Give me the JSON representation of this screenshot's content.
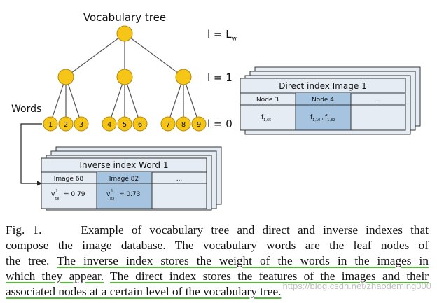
{
  "tree": {
    "title": "Vocabulary tree",
    "words_label": "Words",
    "levels": {
      "top": {
        "prefix": "l = L",
        "sub": "w"
      },
      "mid": "l = 1",
      "leaf": "l = 0"
    },
    "leaf_words": [
      "1",
      "2",
      "3",
      "4",
      "5",
      "6",
      "7",
      "8",
      "9"
    ],
    "node_color": "#f5c518",
    "node_stroke": "#b8860b"
  },
  "direct_index": {
    "title": "Direct index Image 1",
    "columns": [
      "Node 3",
      "Node 4",
      "..."
    ],
    "cells": [
      {
        "base": "f",
        "sub": "1,65"
      },
      {
        "base": "f",
        "sub": "1,10",
        "sep": " , ",
        "base2": "f",
        "sub2": "1,32"
      },
      {
        "base": ""
      }
    ],
    "highlight_color": "#a6c4e0"
  },
  "inverse_index": {
    "title": "Inverse index Word 1",
    "columns": [
      "Image 68",
      "Image 82",
      "..."
    ],
    "cells": [
      {
        "sym": "v",
        "sup": "1",
        "sub": "68",
        "value": "= 0.79"
      },
      {
        "sym": "v",
        "sup": "1",
        "sub": "82",
        "value": "= 0.73"
      },
      {
        "sym": ""
      }
    ]
  },
  "caption": {
    "label": "Fig. 1.",
    "lines": [
      "Example of vocabulary tree and direct and inverse indexes that",
      "compose the image database. The vocabulary words are the leaf nodes of",
      "the tree.",
      "The inverse index stores the weight of the words in the images in",
      "which they appear.",
      "The direct index stores the features of the images and their",
      "associated nodes at a certain level of the vocabulary tree."
    ]
  },
  "watermark": "https://blog.csdn.net/zhaodeming000"
}
